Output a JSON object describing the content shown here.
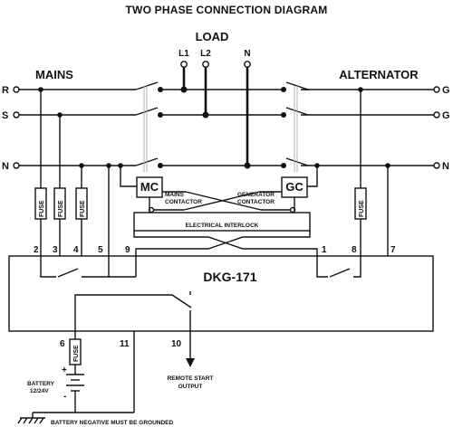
{
  "title": "TWO PHASE CONNECTION DIAGRAM",
  "load": {
    "label": "LOAD",
    "terminals": [
      "L1",
      "L2",
      "N"
    ]
  },
  "mains": {
    "label": "MAINS",
    "lines": [
      "R",
      "S",
      "N"
    ]
  },
  "alternator": {
    "label": "ALTERNATOR",
    "lines": [
      "G",
      "G",
      "N"
    ]
  },
  "contactors": {
    "mc": "MC",
    "gc": "GC",
    "mains_contactor_line1": "MAINS",
    "mains_contactor_line2": "CONTACTOR",
    "generator_contactor_line1": "GENERATOR",
    "generator_contactor_line2": "CONTACTOR",
    "interlock": "ELECTRICAL INTERLOCK"
  },
  "controller": {
    "name": "DKG-171"
  },
  "terminals": {
    "t2": "2",
    "t3": "3",
    "t4": "4",
    "t5": "5",
    "t9": "9",
    "t1": "1",
    "t8": "8",
    "t7": "7",
    "t6": "6",
    "t11": "11",
    "t10": "10"
  },
  "fuse_label": "FUSE",
  "battery": {
    "label_line1": "BATTERY",
    "label_line2": "12/24V",
    "plus": "+",
    "minus": "-"
  },
  "remote_start": {
    "line1": "REMOTE START",
    "line2": "OUTPUT"
  },
  "ground_note": "BATTERY NEGATIVE MUST BE GROUNDED"
}
